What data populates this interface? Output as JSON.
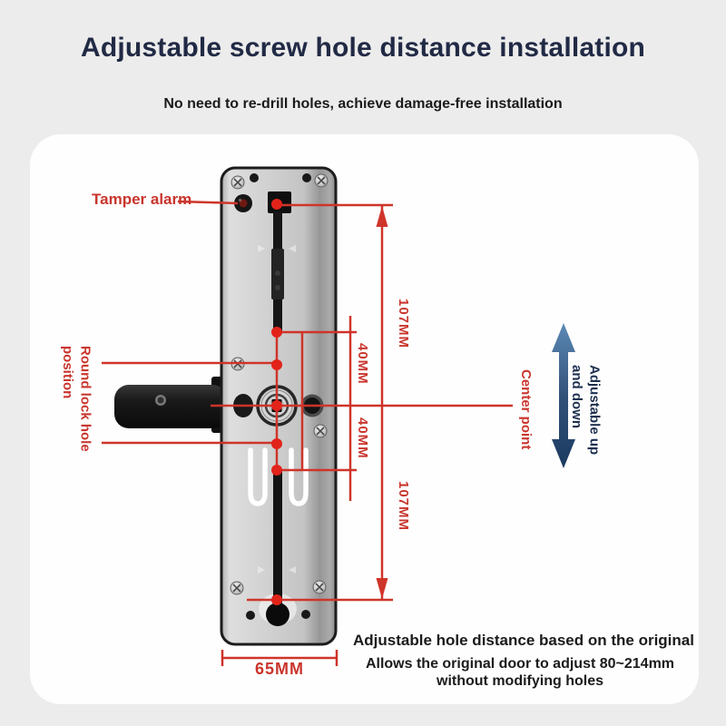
{
  "header": {
    "title": "Adjustable screw hole distance installation",
    "subtitle": "No need to re-drill holes, achieve damage-free installation"
  },
  "annotations": {
    "tamper_alarm": "Tamper alarm",
    "round_lock_hole_position": "Round lock hole\nposition",
    "center_point": "Center point",
    "adjustable_up_down": "Adjustable up\nand down"
  },
  "dimensions": {
    "upper_screw_span": "107MM",
    "upper_center_span": "40MM",
    "lower_center_span": "40MM",
    "lower_screw_span": "107MM",
    "plate_width": "65MM"
  },
  "footnotes": {
    "heading": "Adjustable hole distance based on the original",
    "detail": "Allows the original door to adjust 80~214mm without modifying holes"
  },
  "colors": {
    "background": "#ececec",
    "card": "#fefefe",
    "accent_red": "#cf342a",
    "dot_red": "#e2231a",
    "navy": "#212a45",
    "arrow_blue_top": "#5b89b5",
    "arrow_blue_bottom": "#1b3a60"
  }
}
